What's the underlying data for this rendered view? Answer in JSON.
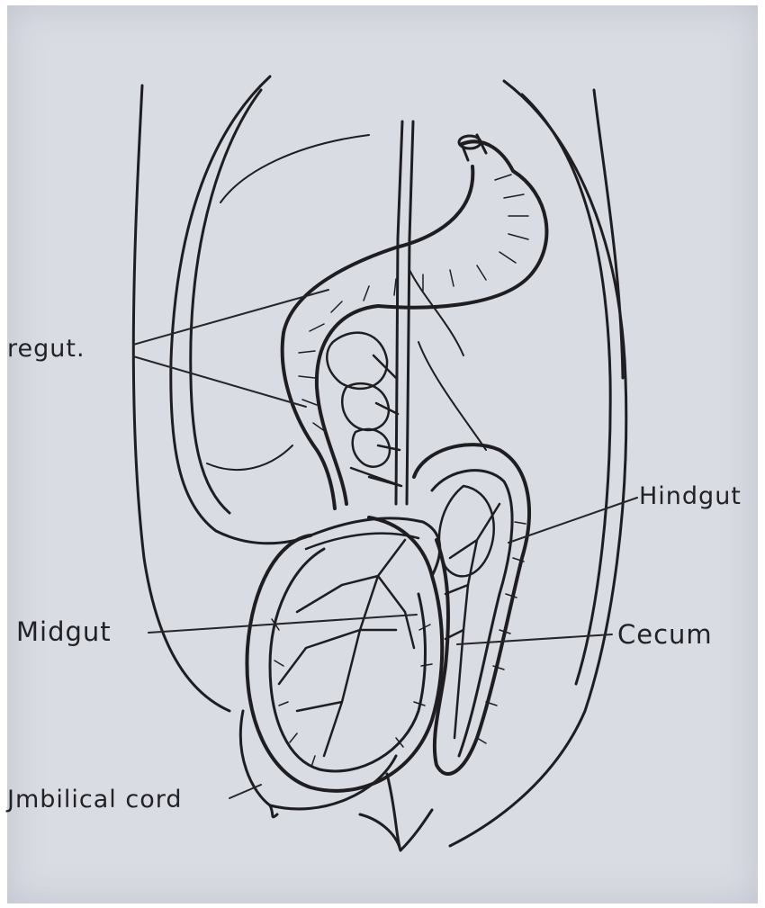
{
  "labels": {
    "foregut": "regut.",
    "hindgut": "Hindgut",
    "midgut": "Midgut",
    "cecum": "Cecum",
    "umbilical_cord": "Jmbilical cord"
  },
  "colors": {
    "paper": "#d9dce3",
    "ink": "#1e1e22"
  }
}
